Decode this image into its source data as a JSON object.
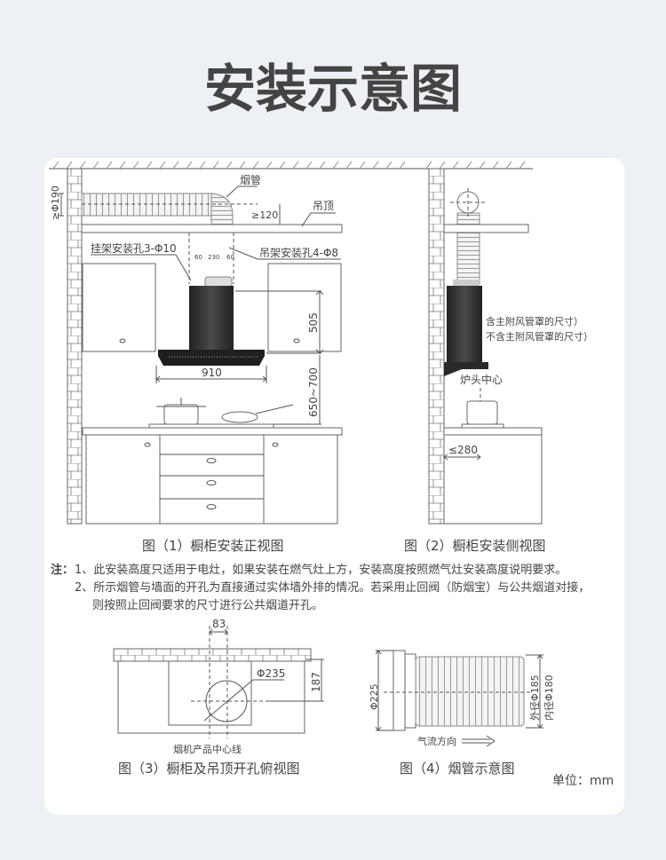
{
  "title": "安装示意图",
  "fig1": {
    "duct_label": "烟管",
    "duct_dia": "≥Φ190",
    "gap": "≥120",
    "ceiling_label": "吊顶",
    "hanger_holes": "挂架安装孔3-Φ10",
    "bracket_holes": "吊架安装孔4-Φ8",
    "spacing": [
      "60",
      "230",
      "60"
    ],
    "height_505": "505",
    "width_910": "910",
    "height_650_700": "650~700",
    "caption": "图（1）橱柜安装正视图"
  },
  "fig2": {
    "note_with": "含主附风管罩的尺寸）",
    "note_without": "不含主附风管罩的尺寸）",
    "burner_center": "炉头中心",
    "depth": "≤280",
    "caption": "图（2）橱柜安装侧视图"
  },
  "notes": {
    "prefix": "注：",
    "line1": "1、此安装高度只适用于电灶，如果安装在燃气灶上方，安装高度按照燃气灶安装高度说明要求。",
    "line2": "2、所示烟管与墙面的开孔为直接通过实体墙外排的情况。若采用止回阀（防烟宝）与公共烟道对接，",
    "line3": "则按照止回阀要求的尺寸进行公共烟道开孔。"
  },
  "fig3": {
    "offset": "83",
    "hole_dia": "Φ235",
    "depth": "187",
    "center_line": "烟机产品中心线",
    "caption": "图（3）橱柜及吊顶开孔俯视图"
  },
  "fig4": {
    "flange_dia": "Φ225",
    "outer_dia": "外径Φ185",
    "inner_dia": "内径Φ180",
    "airflow": "气流方向",
    "caption": "图（4）烟管示意图"
  },
  "unit": "单位：mm",
  "colors": {
    "background": "#edf1f5",
    "card": "#ffffff",
    "hood": "#2e2e2e"
  }
}
